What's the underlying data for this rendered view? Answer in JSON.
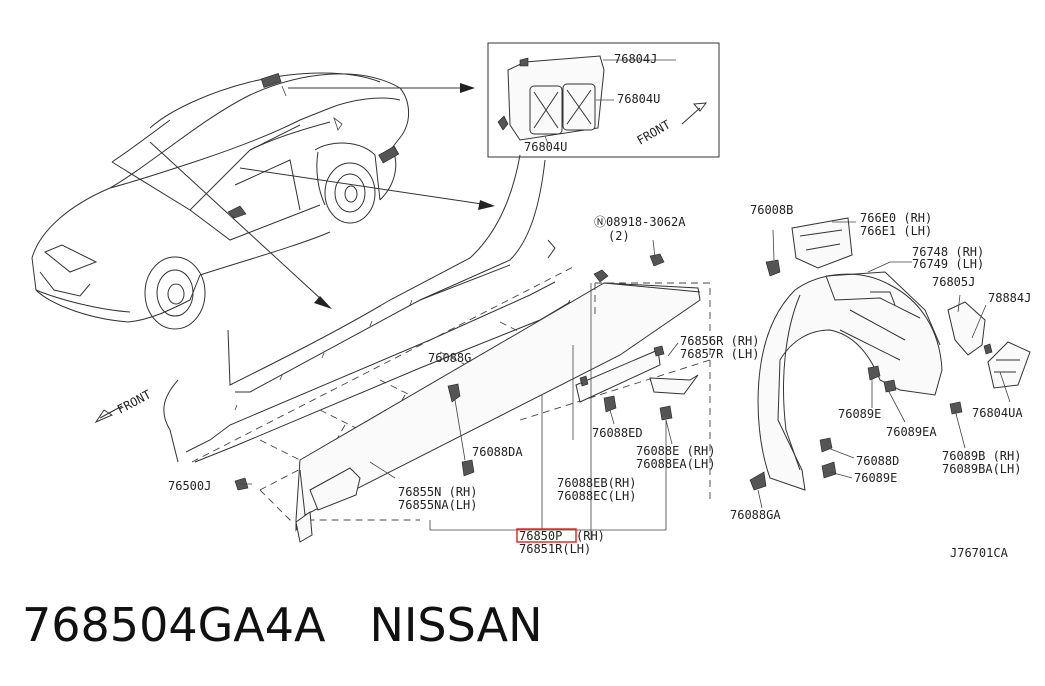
{
  "labels": {
    "l76804J": "76804J",
    "l76804U_a": "76804U",
    "l76804U_b": "76804U",
    "front_inset": "FRONT",
    "front_main": "FRONT",
    "l08918": "Ⓝ08918-3062A",
    "l08918_qty": "(2)",
    "l76008B": "76008B",
    "l766E0": "766E0 (RH)",
    "l766E1": "766E1 (LH)",
    "l76748": "76748 (RH)",
    "l76749": "76749 (LH)",
    "l76805J": "76805J",
    "l78884J": "78884J",
    "l76856R": "76856R (RH)",
    "l76857R": "76857R (LH)",
    "l76088G": "76088G",
    "l76089E_a": "76089E",
    "l76089EA": "76089EA",
    "l76804UA": "76804UA",
    "l76088ED": "76088ED",
    "l76088E": "76088E  (RH)",
    "l76088EA": "76088EA(LH)",
    "l76089B": "76089B  (RH)",
    "l76089BA": "76089BA(LH)",
    "l76088DA": "76088DA",
    "l76088D": "76088D",
    "l76089E_b": "76089E",
    "l76500J": "76500J",
    "l76855N": "76855N  (RH)",
    "l76855NA": "76855NA(LH)",
    "l76088EB": "76088EB(RH)",
    "l76088EC": "76088EC(LH)",
    "l76088GA": "76088GA",
    "l76850P": "76850P",
    "l76850P_side": "(RH)",
    "l76851R": "76851R(LH)",
    "l_code": "J76701CA"
  },
  "footer": {
    "part_number": "768504GA4A",
    "brand": "NISSAN"
  },
  "colors": {
    "highlight": "#e02020",
    "line": "#333333"
  }
}
